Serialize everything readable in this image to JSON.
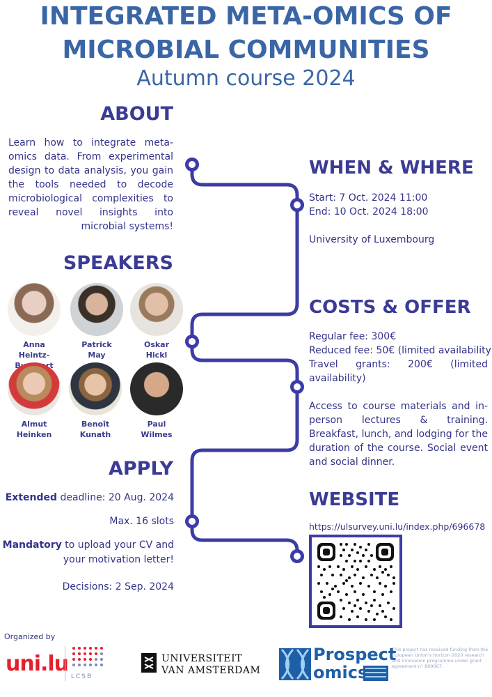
{
  "header": {
    "title_line1": "INTEGRATED META-OMICS OF",
    "title_line2": "MICROBIAL COMMUNITIES",
    "subtitle": "Autumn course 2024"
  },
  "about": {
    "heading": "ABOUT",
    "text": "Learn how to integrate meta-omics data. From experimental design to data analysis, you gain the tools needed to decode microbiological complexities to reveal novel insights into microbial systems!"
  },
  "when_where": {
    "heading": "WHEN & WHERE",
    "start": "Start: 7 Oct. 2024 11:00",
    "end": "End: 10 Oct. 2024 18:00",
    "location": "University of Luxembourg"
  },
  "speakers": {
    "heading": "SPEAKERS",
    "list": [
      {
        "first": "Anna",
        "last": "Heintz-Buschart"
      },
      {
        "first": "Patrick",
        "last": "May"
      },
      {
        "first": "Oskar",
        "last": "Hickl"
      },
      {
        "first": "Almut",
        "last": "Heinken"
      },
      {
        "first": "Benoît",
        "last": "Kunath"
      },
      {
        "first": "Paul",
        "last": "Wilmes"
      }
    ]
  },
  "costs": {
    "heading": "COSTS & OFFER",
    "regular": "Regular fee: 300€",
    "reduced": "Reduced fee: 50€ (limited availability)",
    "travel": "Travel grants: 200€ (limited availability)",
    "offer": "Access to course materials and in-person lectures & training. Breakfast, lunch, and lodging for the duration of the course. Social event and social dinner."
  },
  "apply": {
    "heading": "APPLY",
    "deadline_bold": "Extended",
    "deadline_rest": " deadline: 20 Aug. 2024",
    "slots": "Max. 16 slots",
    "mandatory_bold": "Mandatory",
    "mandatory_rest1": " to upload your CV and",
    "mandatory_rest2": "your motivation letter!",
    "decisions": "Decisions: 2 Sep. 2024"
  },
  "website": {
    "heading": "WEBSITE",
    "url": "https://ulsurvey.uni.lu/index.php/696678"
  },
  "footer": {
    "organized_by": "Organized by",
    "unilu_logo": "uni.lu",
    "lcsb_logo": "LCSB",
    "uva_line1": "UNIVERSITEIT",
    "uva_line2": "VAN AMSTERDAM",
    "prospect_line1": "Prospect",
    "prospect_line2": "omics",
    "funding": "This project has received funding from the European Union's Horizon 2020 research and innovation programme under grant agreement n° 899667."
  },
  "colors": {
    "title": "#3a66a6",
    "heading": "#3b3b96",
    "timeline": "#3c3ca6",
    "unilu_red": "#e4202e",
    "qr_border": "#3c3ca6"
  }
}
